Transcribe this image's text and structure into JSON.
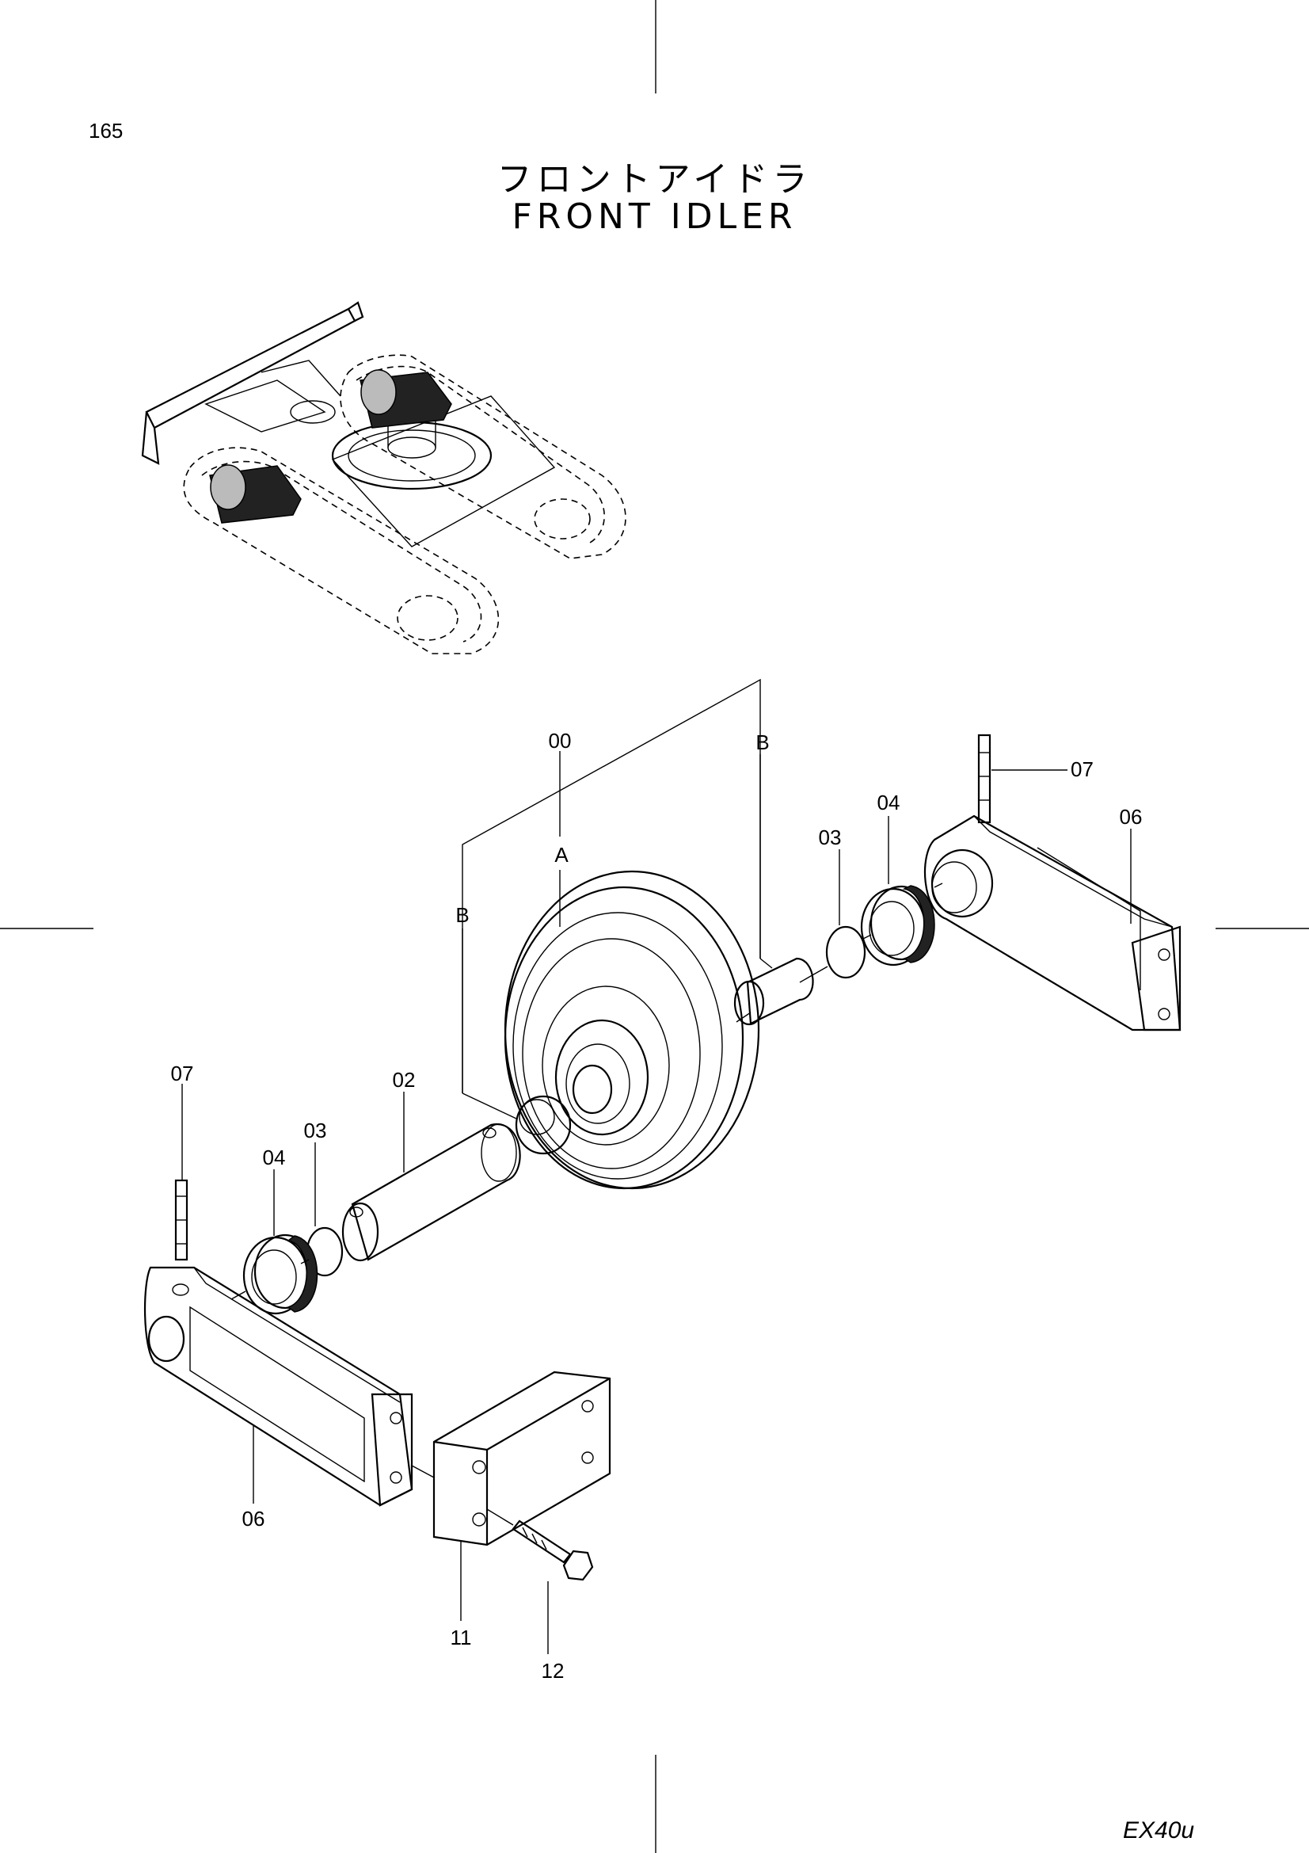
{
  "page_number": "165",
  "title_jp": "フロントアイドラ",
  "title_en": "FRONT IDLER",
  "model": "EX40u",
  "callouts": {
    "c00": "00",
    "cB_top": "B",
    "cA": "A",
    "cB_left": "B",
    "c07_right": "07",
    "c04_right": "04",
    "c06_right": "06",
    "c03_right": "03",
    "c07_left": "07",
    "c02": "02",
    "c03_left": "03",
    "c04_left": "04",
    "c06_left": "06",
    "c11": "11",
    "c12": "12"
  }
}
